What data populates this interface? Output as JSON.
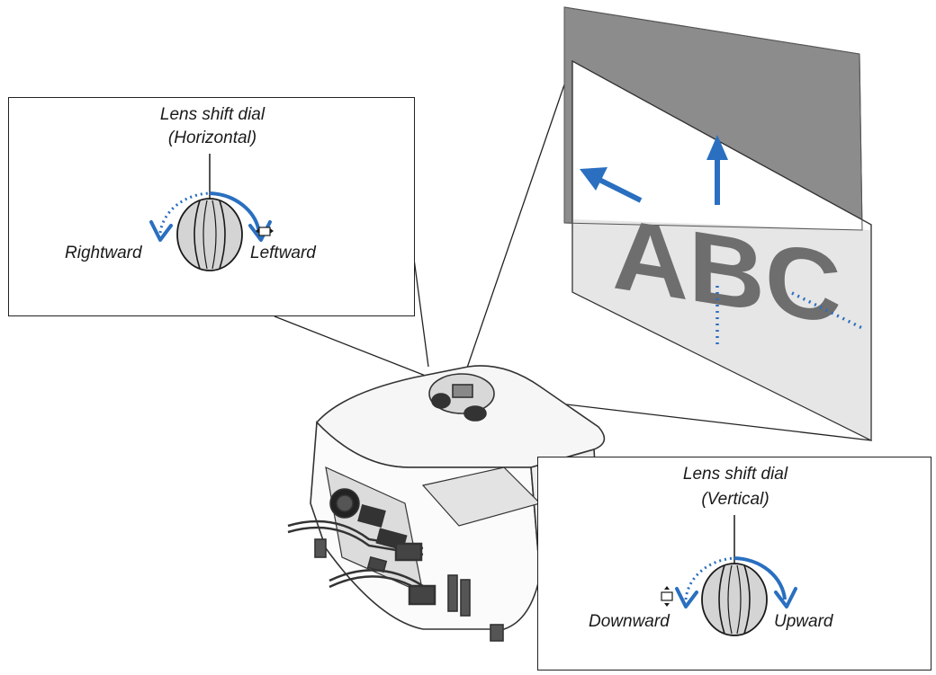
{
  "horizontal_callout": {
    "title_line1": "Lens shift dial",
    "title_line2": "(Horizontal)",
    "left_label": "Rightward",
    "right_label": "Leftward",
    "arrow_color": "#2a6fc0"
  },
  "vertical_callout": {
    "title_line1": "Lens shift dial",
    "title_line2": "(Vertical)",
    "left_label": "Downward",
    "right_label": "Upward",
    "arrow_color": "#2a6fc0"
  },
  "screen": {
    "letters": "ABC",
    "arrow_color": "#2a6fc0"
  }
}
